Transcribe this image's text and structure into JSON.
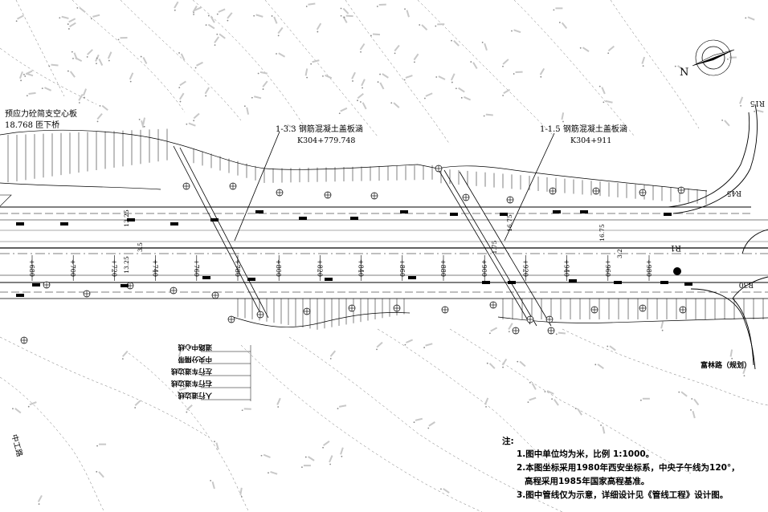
{
  "bridge_label": {
    "line1": "预应力砼简支空心板",
    "line2": "18.768 匝下桥"
  },
  "culvert_1": {
    "title": "1-3.3 钢筋混凝土盖板涵",
    "station": "K304+779.748"
  },
  "culvert_2": {
    "title": "1-1.5 钢筋混凝土盖板涵",
    "station": "K304+911"
  },
  "stations": [
    "+680",
    "+700",
    "+720",
    "+740",
    "+760",
    "+780",
    "+800",
    "+820",
    "+840",
    "+860",
    "+880",
    "+900",
    "+920",
    "+940",
    "+960",
    "+980"
  ],
  "widths": [
    "13.25",
    "13.25",
    "3.5",
    "16.75",
    "16.75",
    "3.2",
    "1.75"
  ],
  "curve_labels": {
    "r45": "R45",
    "r30": "R30",
    "r1": "R1",
    "r15": "R15"
  },
  "cross_section_labels": [
    "道路中心线",
    "中央分隔带",
    "左行车道边线",
    "右行车道边线",
    "人行道边线"
  ],
  "road_name": "富林路（规划）",
  "side_road": "中工路",
  "compass_letter": "N",
  "notes": {
    "heading": "注:",
    "items": [
      "1.图中单位均为米，比例 1:1000。",
      "2.本图坐标采用1980年西安坐标系，中央子午线为120°，",
      "高程采用1985年国家高程基准。",
      "3.图中管线仅为示意，详细设计见《管线工程》设计图。"
    ]
  },
  "colors": {
    "ink": "#000000",
    "faint": "#6a6a6a",
    "background": "#ffffff"
  }
}
